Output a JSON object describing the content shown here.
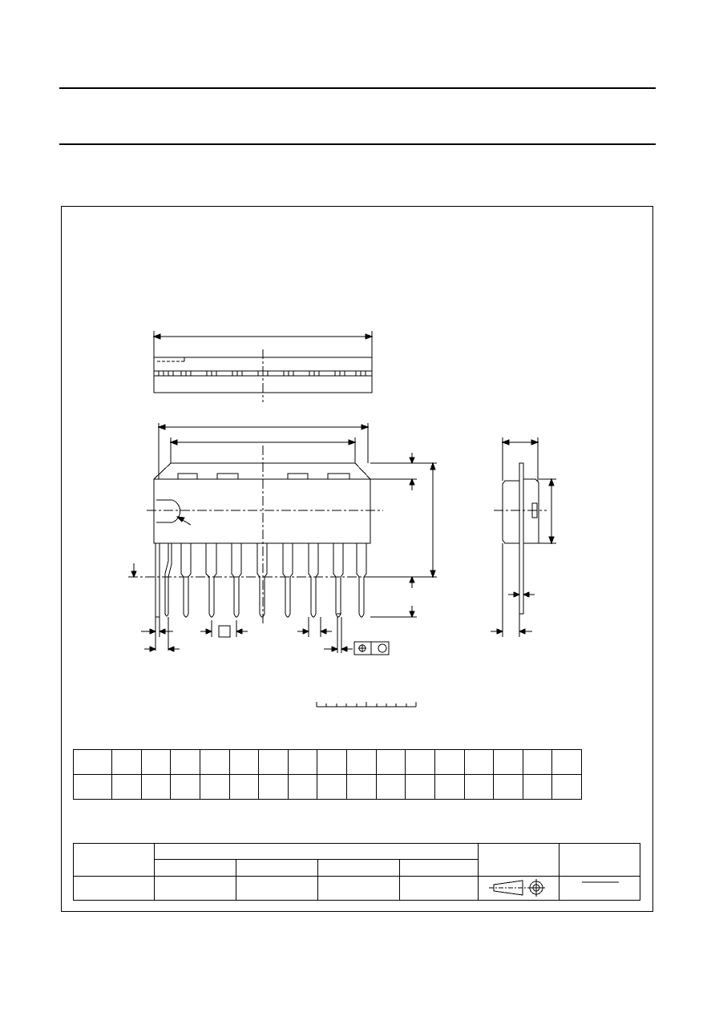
{
  "page": {
    "header_rules": 2,
    "outline_frame": "package outline drawing"
  },
  "dimension_table": {
    "rows": 2,
    "columns": 17
  },
  "issue_table": {
    "rows": 3,
    "top_header_span_columns": 4,
    "projection_symbol": "first-angle-projection-icon"
  },
  "colors": {
    "ink": "#000000",
    "paper": "#ffffff"
  }
}
